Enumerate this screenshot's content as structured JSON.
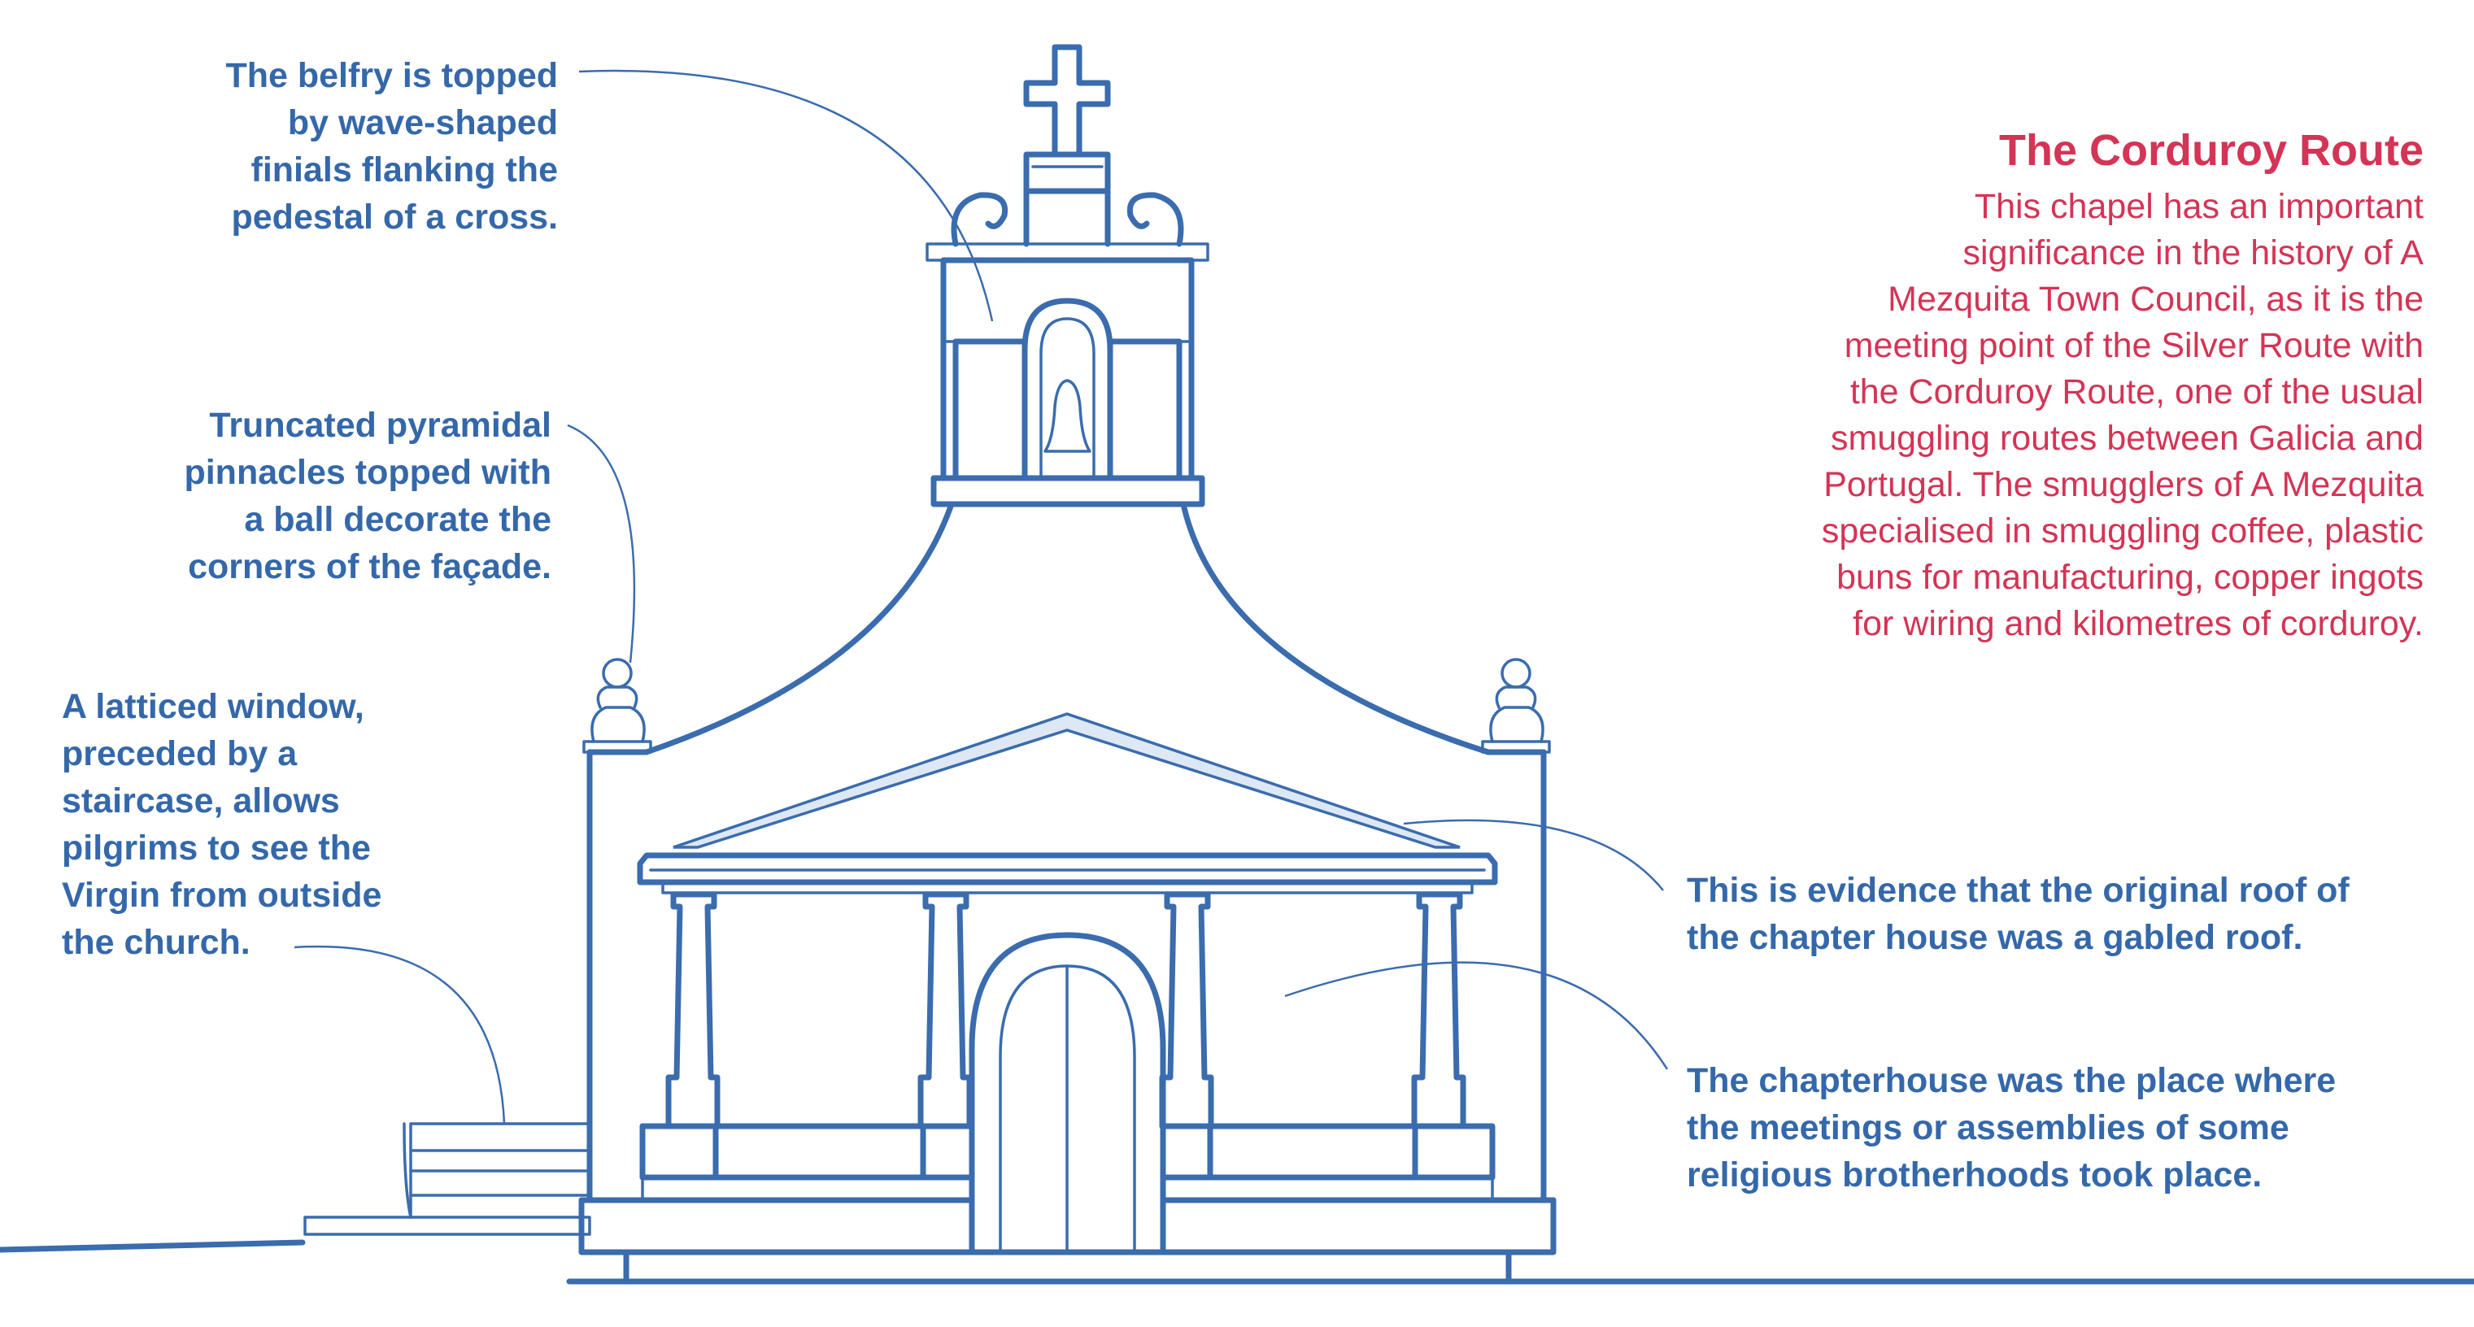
{
  "callouts": {
    "belfry": [
      "The belfry is topped",
      "by wave-shaped",
      "finials flanking the",
      "pedestal of a cross."
    ],
    "pinnacles": [
      "Truncated pyramidal",
      "pinnacles topped with",
      "a ball decorate the",
      "corners of the façade."
    ],
    "window": [
      "A latticed window,",
      "preceded by a",
      "staircase, allows",
      "pilgrims to see the",
      "Virgin from outside",
      "the church."
    ],
    "roof": [
      "This is evidence that the original roof of",
      "the chapter house was a gabled roof."
    ],
    "chapterhouse": [
      "The chapterhouse was the place where",
      "the meetings or assemblies of some",
      "religious brotherhoods took place."
    ]
  },
  "info_panel": {
    "title": "The Corduroy Route",
    "body": [
      "This chapel has an important",
      "significance in the history of A",
      "Mezquita Town Council, as it is the",
      "meeting point of the Silver Route with",
      "the Corduroy Route, one of the usual",
      "smuggling routes between Galicia and",
      "Portugal. The smugglers of A Mezquita",
      "specialised in smuggling coffee, plastic",
      "buns for manufacturing, copper ingots",
      "for wiring and kilometres of corduroy."
    ]
  },
  "colors": {
    "line": "#3a6cae",
    "callout_text": "#3468aa",
    "accent": "#d43455",
    "tint": "#dde8f4"
  }
}
